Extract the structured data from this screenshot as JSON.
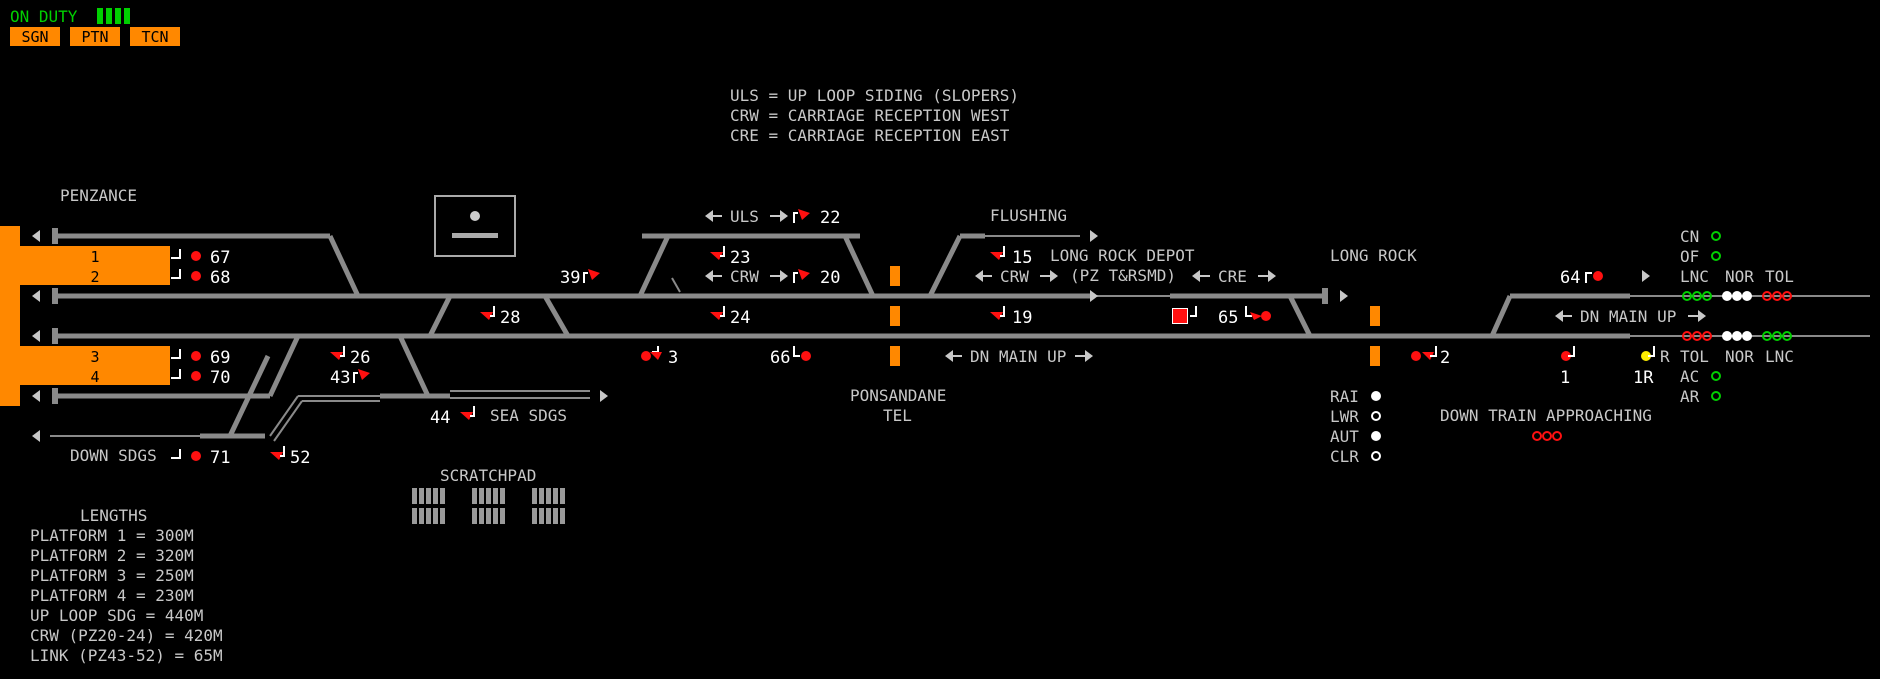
{
  "status": {
    "on_duty": "ON DUTY"
  },
  "buttons": {
    "sgn": "SGN",
    "ptn": "PTN",
    "tcn": "TCN"
  },
  "legend": {
    "uls": "ULS = UP LOOP SIDING (SLOPERS)",
    "crw": "CRW = CARRIAGE RECEPTION WEST",
    "cre": "CRE = CARRIAGE RECEPTION EAST"
  },
  "places": {
    "penzance": "PENZANCE",
    "flushing": "FLUSHING",
    "long_rock_depot": "LONG ROCK DEPOT",
    "pz_trsmd": "(PZ T&RSMD)",
    "long_rock": "LONG ROCK",
    "ponsandane": "PONSANDANE",
    "tel": "TEL",
    "sea_sdgs": "SEA SDGS",
    "down_sdgs": "DOWN SDGS",
    "scratchpad": "SCRATCHPAD",
    "down_train": "DOWN TRAIN APPROACHING"
  },
  "platforms": [
    "1",
    "2",
    "3",
    "4"
  ],
  "routes": {
    "uls": "ULS",
    "crw1": "CRW",
    "crw2": "CRW",
    "cre": "CRE",
    "dn_main_up_1": "DN MAIN UP",
    "dn_main_up_2": "DN MAIN UP"
  },
  "signals": {
    "s67": "67",
    "s68": "68",
    "s69": "69",
    "s70": "70",
    "s71": "71",
    "s52": "52",
    "s26": "26",
    "s43": "43",
    "s44": "44",
    "s28": "28",
    "s39": "39",
    "s23": "23",
    "s22": "22",
    "s20": "20",
    "s24": "24",
    "s3": "3",
    "s66": "66",
    "s15": "15",
    "s19": "19",
    "s65": "65",
    "s2": "2",
    "s64": "64",
    "s1": "1",
    "s1r": "1R",
    "r": "R"
  },
  "indicators": {
    "cn": "CN",
    "of": "OF",
    "lnc": "LNC",
    "nor": "NOR",
    "tol": "TOL",
    "tol2": "TOL",
    "nor2": "NOR",
    "lnc2": "LNC",
    "ac": "AC",
    "ar": "AR",
    "rai": "RAI",
    "lwr": "LWR",
    "aut": "AUT",
    "clr": "CLR"
  },
  "lengths": {
    "title": "LENGTHS",
    "items": [
      "PLATFORM 1 = 300M",
      "PLATFORM 2 = 320M",
      "PLATFORM 3 = 250M",
      "PLATFORM 4 = 230M",
      "UP LOOP SDG = 440M",
      "CRW (PZ20-24) = 420M",
      "LINK (PZ43-52) = 65M"
    ]
  },
  "colors": {
    "background": "#000000",
    "track": "#8a8a8a",
    "platform": "#ff8800",
    "signal_red": "#ff1010",
    "signal_yellow": "#ffee00",
    "indicator_green": "#00d000",
    "text": "#c8c8c8"
  }
}
